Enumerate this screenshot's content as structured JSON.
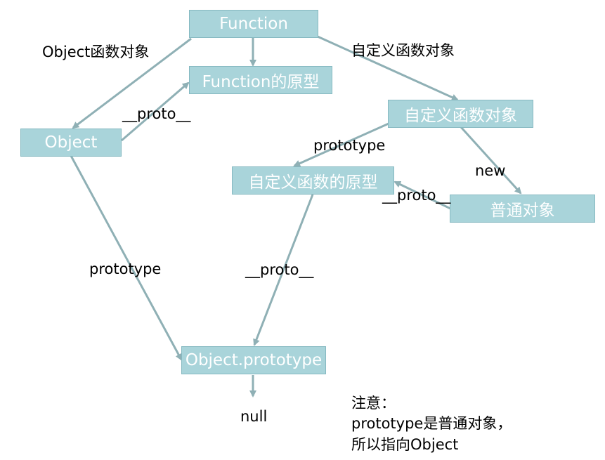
{
  "colors": {
    "box_fill": "#a9d4da",
    "box_border": "#86b9c1",
    "arrow": "#8fb0b5",
    "box_text": "#ffffff"
  },
  "nodes": {
    "function": "Function",
    "function_prototype": "Function的原型",
    "object": "Object",
    "custom_function": "自定义函数对象",
    "custom_prototype": "自定义函数的原型",
    "plain_object": "普通对象",
    "object_prototype": "Object.prototype",
    "null": "null"
  },
  "edges": {
    "function_to_object": "Object函数对象",
    "function_to_custom": "自定义函数对象",
    "object_proto": "__proto__",
    "custom_prototype": "prototype",
    "new": "new",
    "plain_proto": "__proto__",
    "object_prototype": "prototype",
    "custom_proto_proto": "__proto__"
  },
  "note": {
    "line1": "注意：",
    "line2": "prototype是普通对象，",
    "line3": "所以指向Object"
  }
}
